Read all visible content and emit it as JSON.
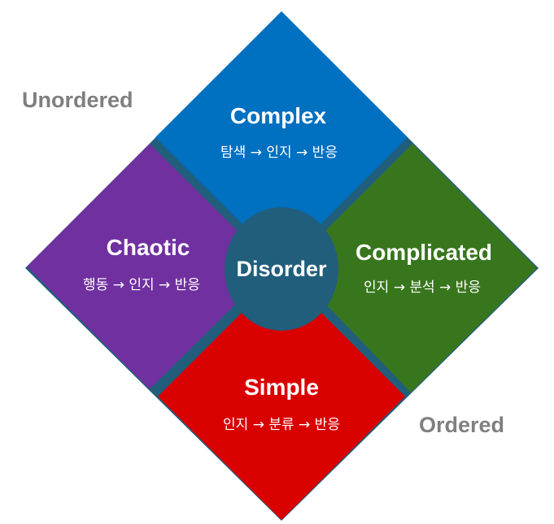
{
  "diagram": {
    "corner_labels": {
      "top_left": "Unordered",
      "bottom_right": "Ordered"
    },
    "domains": {
      "complex": {
        "title": "Complex",
        "steps": "탐색 → 인지 → 반응",
        "color": "#0070c0"
      },
      "chaotic": {
        "title": "Chaotic",
        "steps": "행동 → 인지 → 반응",
        "color": "#7030a0"
      },
      "complicated": {
        "title": "Complicated",
        "steps": "인지 → 분석 → 반응",
        "color": "#38761d"
      },
      "simple": {
        "title": "Simple",
        "steps": "인지 → 분류 → 반응",
        "color": "#d90000"
      }
    },
    "center": {
      "title": "Disorder",
      "color": "#215e7c"
    },
    "divider_color": "#215e7c"
  }
}
